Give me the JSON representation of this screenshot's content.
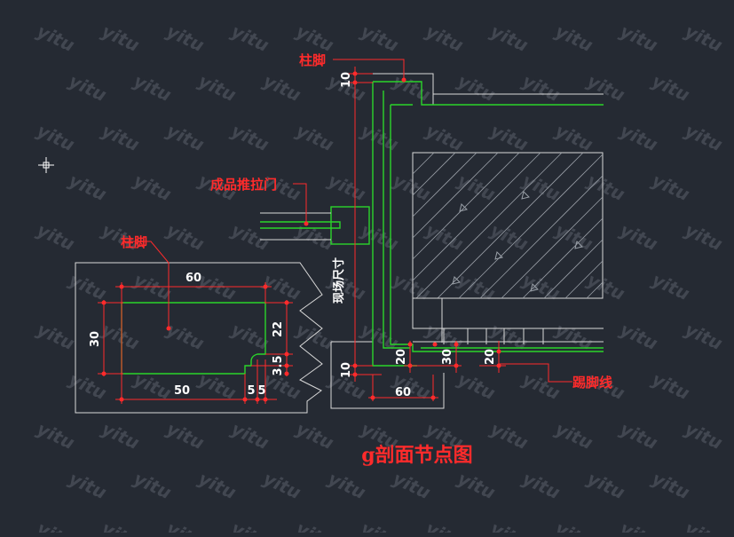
{
  "colors": {
    "background": "#252a33",
    "annotation": "#ff2b2b",
    "profile": "#2bd42b",
    "outline": "#d9d9d9",
    "dimension_text": "#ffffff"
  },
  "watermark": "yitu",
  "title": "g剖面节点图",
  "labels": {
    "column_base_top": "柱脚",
    "sliding_door": "成品推拉门",
    "column_base_detail": "柱脚",
    "site_dimension": "现场尺寸",
    "skirting": "踢脚线"
  },
  "detail_dims": {
    "top_width": "60",
    "left_height": "30",
    "right_upper": "22",
    "right_lower": "3.5",
    "bottom_main": "50",
    "bottom_a": "5",
    "bottom_b": "5"
  },
  "section_dims": {
    "top_gap": "10",
    "bottom_gap": "10",
    "h_left": "20",
    "h_mid": "30",
    "h_right": "20",
    "bottom_width": "60"
  },
  "cursor_icon": "crosshair-cursor-icon"
}
